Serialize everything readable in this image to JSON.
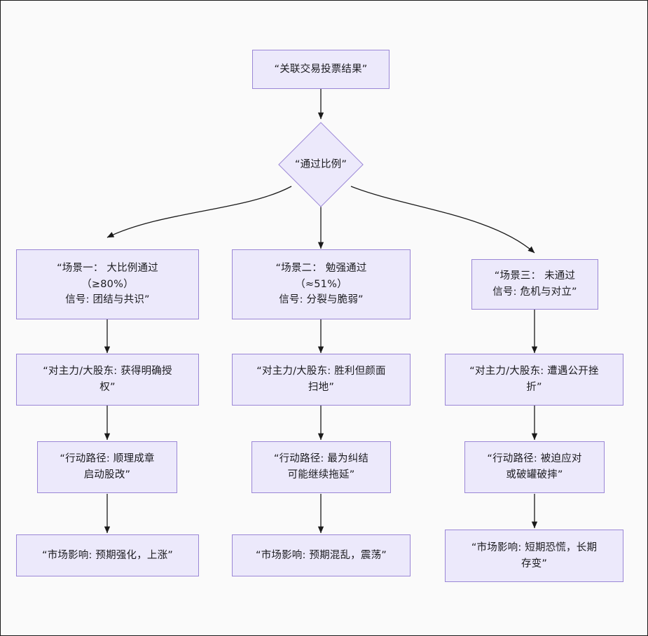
{
  "diagram": {
    "type": "flowchart",
    "direction": "top-down",
    "title_text": "“关联交易投票结果”",
    "background_color": "#fafafa",
    "node_fill_color": "#ece9fb",
    "node_border_color": "#9a86d6",
    "edge_color": "#1a1a1a",
    "text_color": "#1b1b1f"
  },
  "nodes": {
    "root": {
      "label": "“关联交易投票结果”",
      "shape": "rect"
    },
    "decision": {
      "label": "“通过比例”",
      "shape": "diamond"
    },
    "scenario1": {
      "label": "“场景一： 大比例通过\n（≥80%）\n信号: 团结与共识”",
      "shape": "rect"
    },
    "scenario2": {
      "label": "“场景二： 勉强通过\n（≈51%）\n信号: 分裂与脆弱”",
      "shape": "rect"
    },
    "scenario3": {
      "label": "“场景三： 未通过\n信号: 危机与对立”",
      "shape": "rect"
    },
    "actor1": {
      "label": "“对主力/大股东: 获得明确授\n权”",
      "shape": "rect"
    },
    "actor2": {
      "label": "“对主力/大股东: 胜利但颜面\n扫地”",
      "shape": "rect"
    },
    "actor3": {
      "label": "“对主力/大股东: 遭遇公开挫\n折”",
      "shape": "rect"
    },
    "path1": {
      "label": "“行动路径: 顺理成章\n启动股改”",
      "shape": "rect"
    },
    "path2": {
      "label": "“行动路径: 最为纠结\n可能继续拖延”",
      "shape": "rect"
    },
    "path3": {
      "label": "“行动路径: 被迫应对\n或破罐破摔”",
      "shape": "rect"
    },
    "impact1": {
      "label": "“市场影响: 预期强化，上涨”",
      "shape": "rect"
    },
    "impact2": {
      "label": "“市场影响: 预期混乱，震荡”",
      "shape": "rect"
    },
    "impact3": {
      "label": "“市场影响: 短期恐慌，长期\n存变”",
      "shape": "rect"
    }
  }
}
